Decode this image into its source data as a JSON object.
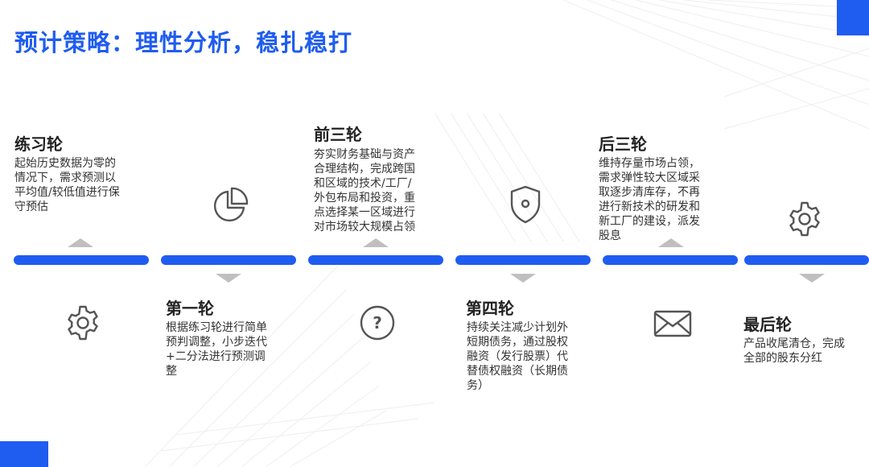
{
  "slide": {
    "title": "预计策略：理性分析，稳扎稳打",
    "accent_color": "#1f5cf0",
    "marker_color": "#bfbfbf"
  },
  "stages": [
    {
      "title": "练习轮",
      "description": "起始历史数据为零的\n情况下，需求预测以\n平均值/较低值进行保\n守预估"
    },
    {
      "title": "第一轮",
      "description": "根据练习轮进行简单\n预判调整，小步迭代\n+二分法进行预测调\n整",
      "icon": "gear-icon"
    },
    {
      "title": "前三轮",
      "description": "夯实财务基础与资产\n合理结构，完成跨国\n和区域的技术/工厂/\n外包布局和投资，重\n点选择某一区域进行\n对市场较大规模占领",
      "icon": "pie-chart-icon"
    },
    {
      "title": "第四轮",
      "description": "持续关注减少计划外\n短期债务，通过股权\n融资（发行股票）代\n替债权融资（长期债\n务）",
      "icon": "question-icon"
    },
    {
      "title": "后三轮",
      "description": "维持存量市场占领，\n需求弹性较大区域采\n取逐步清库存，不再\n进行新技术的研发和\n新工厂的建设，派发\n股息",
      "icon": "shield-icon"
    },
    {
      "title": "最后轮",
      "description": "产品收尾清仓，完成\n全部的股东分红",
      "icon": "mail-icon"
    }
  ],
  "extra_icons": [
    "gear-icon"
  ]
}
